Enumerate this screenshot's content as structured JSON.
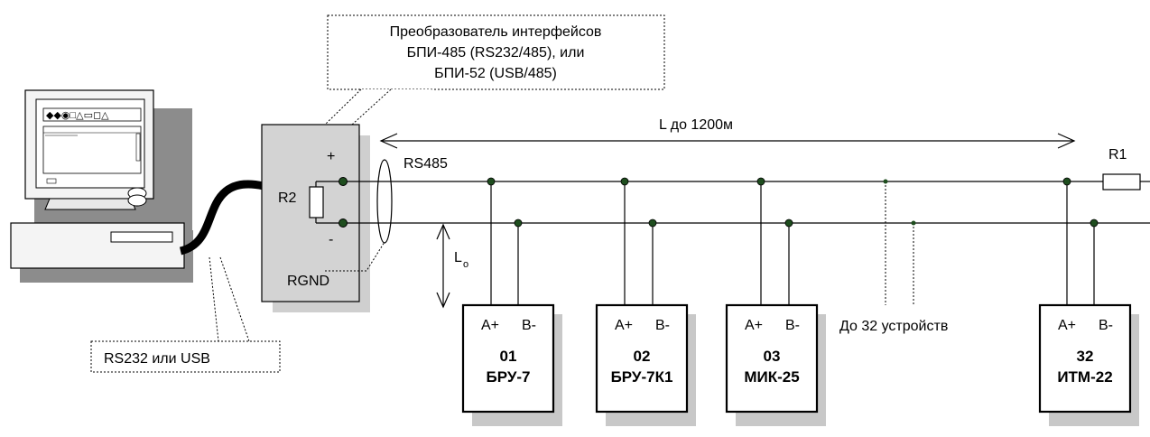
{
  "callout_converter": {
    "line1": "Преобразователь интерфейсов",
    "line2": "БПИ-485 (RS232/485), или",
    "line3": "БПИ-52 (USB/485)"
  },
  "callout_link": "RS232 или USB",
  "bus": {
    "length_label": "L  до  1200м",
    "bus_label": "RS485",
    "terminator_label": "R1",
    "resistor_label": "R2",
    "plus_label": "+",
    "minus_label": "-",
    "ground_label": "RGND",
    "stub_label": "L",
    "stub_subscript": "o",
    "capacity_label": "До 32 устройств"
  },
  "devices": [
    {
      "address": "01",
      "model": "БРУ-7",
      "pin_a": "A+",
      "pin_b": "B-"
    },
    {
      "address": "02",
      "model": "БРУ-7К1",
      "pin_a": "A+",
      "pin_b": "B-"
    },
    {
      "address": "03",
      "model": "МИК-25",
      "pin_a": "A+",
      "pin_b": "B-"
    },
    {
      "address": "32",
      "model": "ИТМ-22",
      "pin_a": "A+",
      "pin_b": "B-"
    }
  ]
}
